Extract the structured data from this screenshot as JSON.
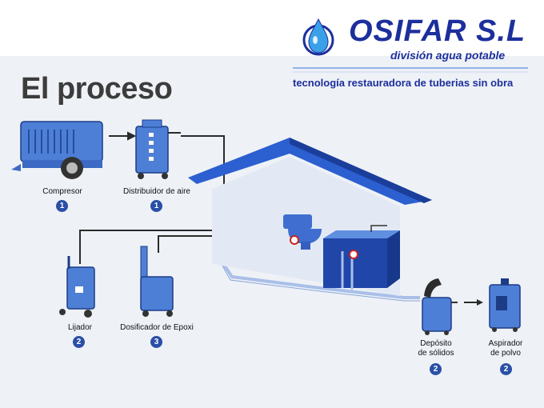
{
  "header": {
    "title": "El proceso",
    "brand": "OSIFAR S.L",
    "division": "división agua potable",
    "tagline": "tecnología restauradora de tuberias sin obra"
  },
  "steps": [
    {
      "label": "Compresor",
      "number": "1"
    },
    {
      "label": "Distribuidor de aire",
      "number": "1"
    },
    {
      "label": "Lijador",
      "number": "2"
    },
    {
      "label": "Dosificador de Epoxi",
      "number": "3"
    },
    {
      "label_line1": "Depósito",
      "label_line2": "de sólidos",
      "number": "2"
    },
    {
      "label_line1": "Aspirador",
      "label_line2": "de polvo",
      "number": "2"
    }
  ],
  "colors": {
    "equipment_blue": "#4d7fd6",
    "equipment_dark": "#1d3c86",
    "roof_blue": "#2c5fd0",
    "pipe": "#a9bfe8",
    "badge": "#2a4fa6",
    "brand_blue": "#1c2f9c"
  }
}
